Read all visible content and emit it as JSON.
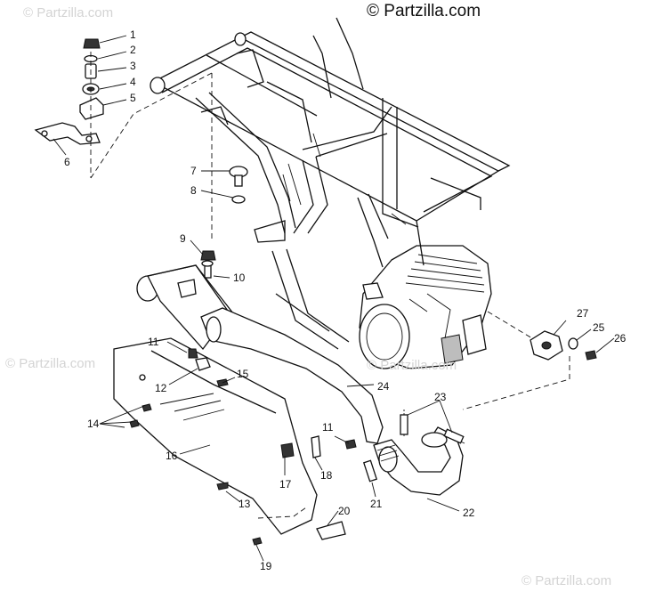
{
  "watermarks": {
    "top_center": "© Partzilla.com",
    "top_left": "© Partzilla.com",
    "mid_left": "© Partzilla.com",
    "mid_right": "© Partzilla.com",
    "bottom_right": "© Partzilla.com"
  },
  "callouts": [
    "1",
    "2",
    "3",
    "4",
    "5",
    "6",
    "7",
    "8",
    "9",
    "10",
    "11",
    "12",
    "14",
    "15",
    "16",
    "17",
    "18",
    "19",
    "20",
    "21",
    "22",
    "23",
    "24",
    "25",
    "26",
    "27",
    "13",
    "11"
  ]
}
